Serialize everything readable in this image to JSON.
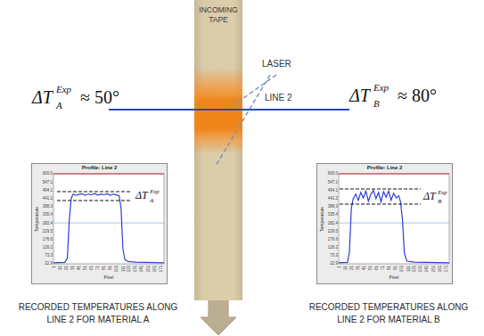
{
  "diagram": {
    "nodes": [
      {
        "text": [
          "INCOMING TAPE"
        ]
      },
      {
        "text": [
          "Profile: Line 2"
        ]
      },
      {
        "text": [
          "Profile: Line 2"
        ]
      }
    ],
    "labels": [
      "LASER",
      "LINE 2",
      "ΔT",
      "Exp",
      "A",
      "≈ 50°",
      "ΔT",
      "Exp",
      "B",
      "≈ 80°",
      "Temperature",
      "Pixel",
      "600.0",
      "547.1",
      "494.1",
      "441.2",
      "388.3",
      "335.4",
      "282.4",
      "229.5",
      "176.6",
      "126.2",
      "73.3",
      "22.9",
      "1",
      "11",
      "21",
      "31",
      "41",
      "51",
      "61",
      "71",
      "81",
      "91",
      "101",
      "111",
      "121",
      "131",
      "141",
      "151",
      "161",
      "171",
      "ΔT",
      "Exp",
      "A",
      "Temperature",
      "Pixel",
      "600.0",
      "547.1",
      "494.1",
      "441.2",
      "388.3",
      "335.4",
      "282.4",
      "229.5",
      "176.6",
      "126.2",
      "73.3",
      "22.9",
      "1",
      "11",
      "21",
      "31",
      "41",
      "51",
      "61",
      "71",
      "81",
      "91",
      "101",
      "111",
      "121",
      "131",
      "141",
      "151",
      "161",
      "171",
      "ΔT",
      "Exp",
      "B",
      "RECORDED TEMPERATURES ALONG LINE 2 FOR MATERIAL A",
      "RECORDED TEMPERATURES ALONG LINE 2 FOR MATERIAL B"
    ]
  }
}
